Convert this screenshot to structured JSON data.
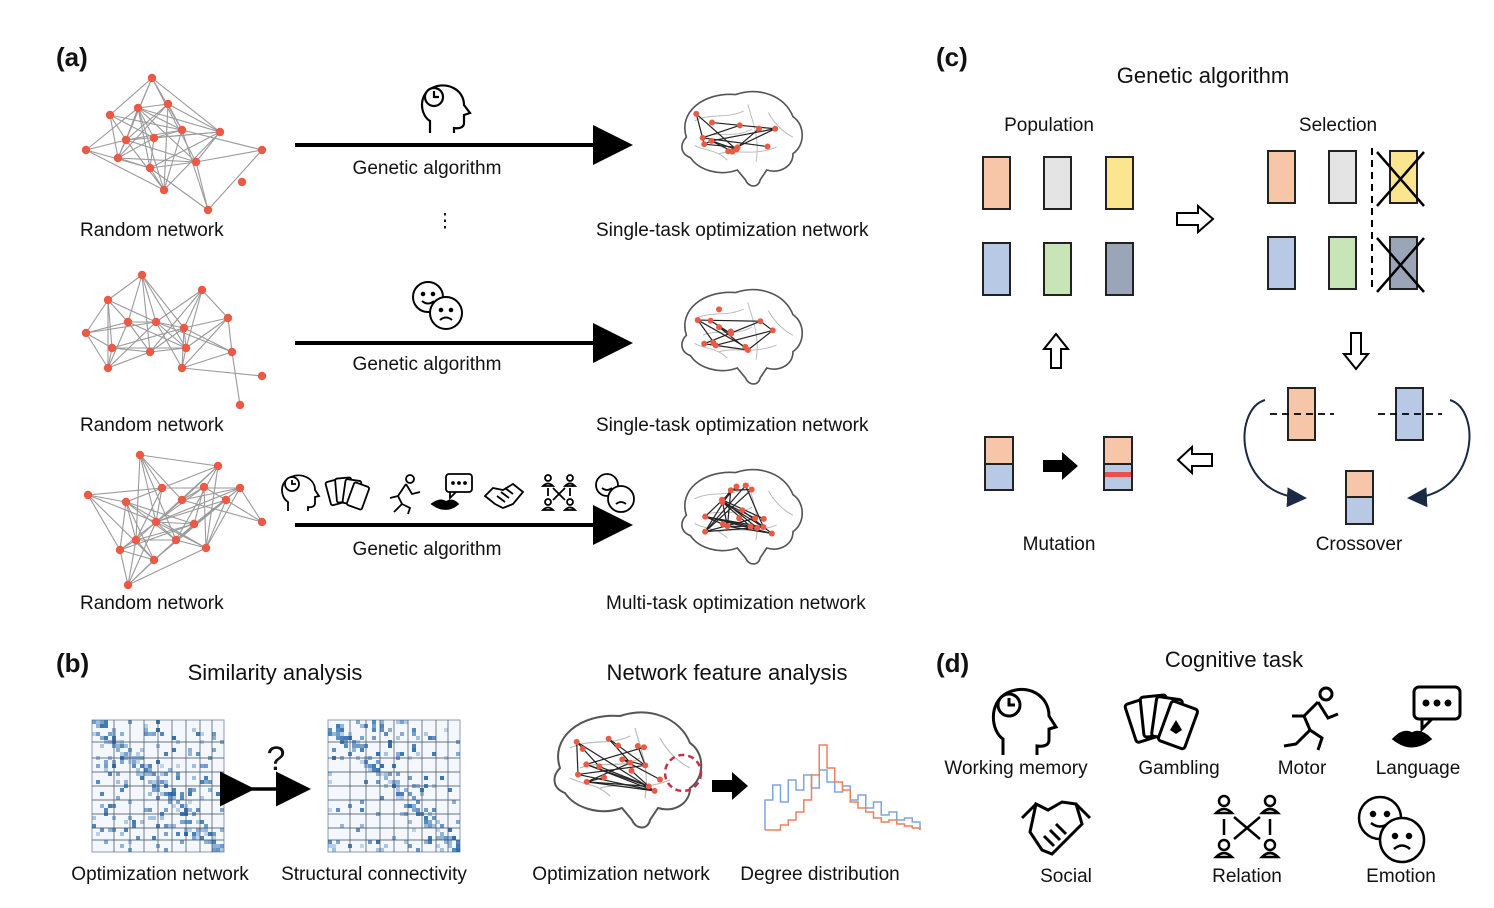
{
  "panel_a": {
    "label": "(a)",
    "rows": [
      {
        "left_label": "Random network",
        "arrow_label": "Genetic algorithm",
        "right_label": "Single-task optimization network"
      },
      {
        "left_label": "Random network",
        "arrow_label": "Genetic algorithm",
        "right_label": "Single-task optimization network"
      },
      {
        "left_label": "Random network",
        "arrow_label": "Genetic algorithm",
        "right_label": "Multi-task optimization network"
      }
    ],
    "ellipsis": "⋮"
  },
  "panel_b": {
    "label": "(b)",
    "similarity": {
      "title": "Similarity analysis",
      "question": "?",
      "left_label": "Optimization network",
      "right_label": "Structural connectivity"
    },
    "feature": {
      "title": "Network feature analysis",
      "left_label": "Optimization network",
      "right_label": "Degree distribution"
    },
    "colors": {
      "series_a": "#e8825f",
      "series_b": "#7ea6dc",
      "matrix": "#2f6fb0"
    }
  },
  "panel_c": {
    "label": "(c)",
    "title": "Genetic algorithm",
    "population_label": "Population",
    "selection_label": "Selection",
    "mutation_label": "Mutation",
    "crossover_label": "Crossover",
    "colors": {
      "orange": "#f7c6a9",
      "gray": "#e3e4e3",
      "yellow": "#fbe68f",
      "blue": "#b8c9e6",
      "green": "#c8e5b8",
      "slate": "#9aa6b8",
      "mutation": "#e8504a"
    }
  },
  "panel_d": {
    "label": "(d)",
    "title": "Cognitive task",
    "tasks": [
      "Working memory",
      "Gambling",
      "Motor",
      "Language",
      "Social",
      "Relation",
      "Emotion"
    ],
    "icons": [
      "head-clock-icon",
      "playing-cards-icon",
      "running-person-icon",
      "lips-speech-icon",
      "handshake-icon",
      "relation-people-icon",
      "faces-emotion-icon"
    ]
  }
}
